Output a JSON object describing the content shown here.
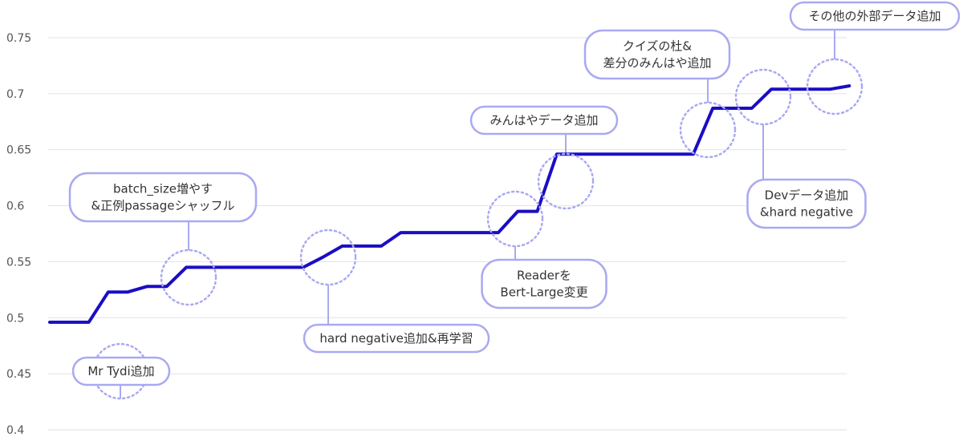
{
  "chart_data": {
    "type": "line",
    "title": "",
    "xlabel": "",
    "ylabel": "",
    "ylim": [
      0.4,
      0.75
    ],
    "yticks": [
      "0.4",
      "0.45",
      "0.5",
      "0.55",
      "0.6",
      "0.65",
      "0.7",
      "0.75"
    ],
    "grid": true,
    "colors": {
      "line": "#1a0dc4",
      "annotation": "#a9a9f2",
      "grid": "#e2e2e2"
    },
    "series": [
      {
        "values": [
          0.496,
          0.496,
          0.496,
          0.523,
          0.523,
          0.528,
          0.528,
          0.545,
          0.545,
          0.545,
          0.545,
          0.545,
          0.545,
          0.545,
          0.554,
          0.564,
          0.564,
          0.564,
          0.576,
          0.576,
          0.576,
          0.576,
          0.576,
          0.576,
          0.595,
          0.595,
          0.646,
          0.646,
          0.646,
          0.646,
          0.646,
          0.646,
          0.646,
          0.646,
          0.687,
          0.687,
          0.687,
          0.704,
          0.704,
          0.704,
          0.704,
          0.707
        ]
      }
    ],
    "annotations": [
      {
        "index": 3,
        "lines": [
          "Mr Tydi追加"
        ]
      },
      {
        "index": 7,
        "lines": [
          "batch_size増やす",
          "&正例passageシャッフル"
        ]
      },
      {
        "index": 14,
        "lines": [
          "hard negative追加&再学習"
        ]
      },
      {
        "index": 24,
        "lines": [
          "Readerを",
          "Bert-Large変更"
        ]
      },
      {
        "index": 26,
        "lines": [
          "みんはやデータ追加"
        ]
      },
      {
        "index": 34,
        "lines": [
          "クイズの杜&",
          "差分のみんはや追加"
        ]
      },
      {
        "index": 37,
        "lines": [
          "Devデータ追加",
          "&hard negative"
        ]
      },
      {
        "index": 41,
        "lines": [
          "その他の外部データ追加"
        ]
      }
    ]
  }
}
